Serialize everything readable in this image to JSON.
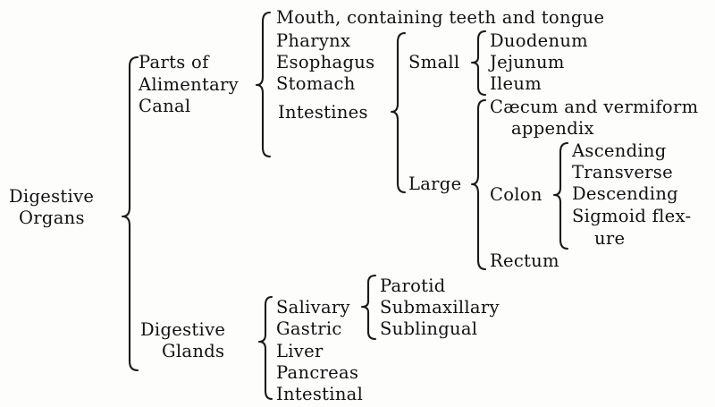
{
  "root": {
    "line1": "Digestive",
    "line2": "Organs"
  },
  "alimentary": {
    "label_line1": "Parts of",
    "label_line2": "Alimentary",
    "label_line3": "Canal",
    "mouth": "Mouth, containing teeth and tongue",
    "pharynx": "Pharynx",
    "esophagus": "Esophagus",
    "stomach": "Stomach",
    "intestines": {
      "label": "Intestines",
      "small": {
        "label": "Small",
        "items": [
          "Duodenum",
          "Jejunum",
          "Ileum"
        ]
      },
      "large": {
        "label": "Large",
        "caecum_line1": "Cæcum and vermiform",
        "caecum_line2": "appendix",
        "colon": {
          "label": "Colon",
          "items": [
            "Ascending",
            "Transverse",
            "Descending",
            "Sigmoid flex-"
          ],
          "continuation": "ure"
        },
        "rectum": "Rectum"
      }
    }
  },
  "glands": {
    "label_line1": "Digestive",
    "label_line2": "Glands",
    "salivary": {
      "label": "Salivary",
      "items": [
        "Parotid",
        "Submaxillary",
        "Sublingual"
      ]
    },
    "gastric": "Gastric",
    "liver": "Liver",
    "pancreas": "Pancreas",
    "intestinal": "Intestinal"
  }
}
